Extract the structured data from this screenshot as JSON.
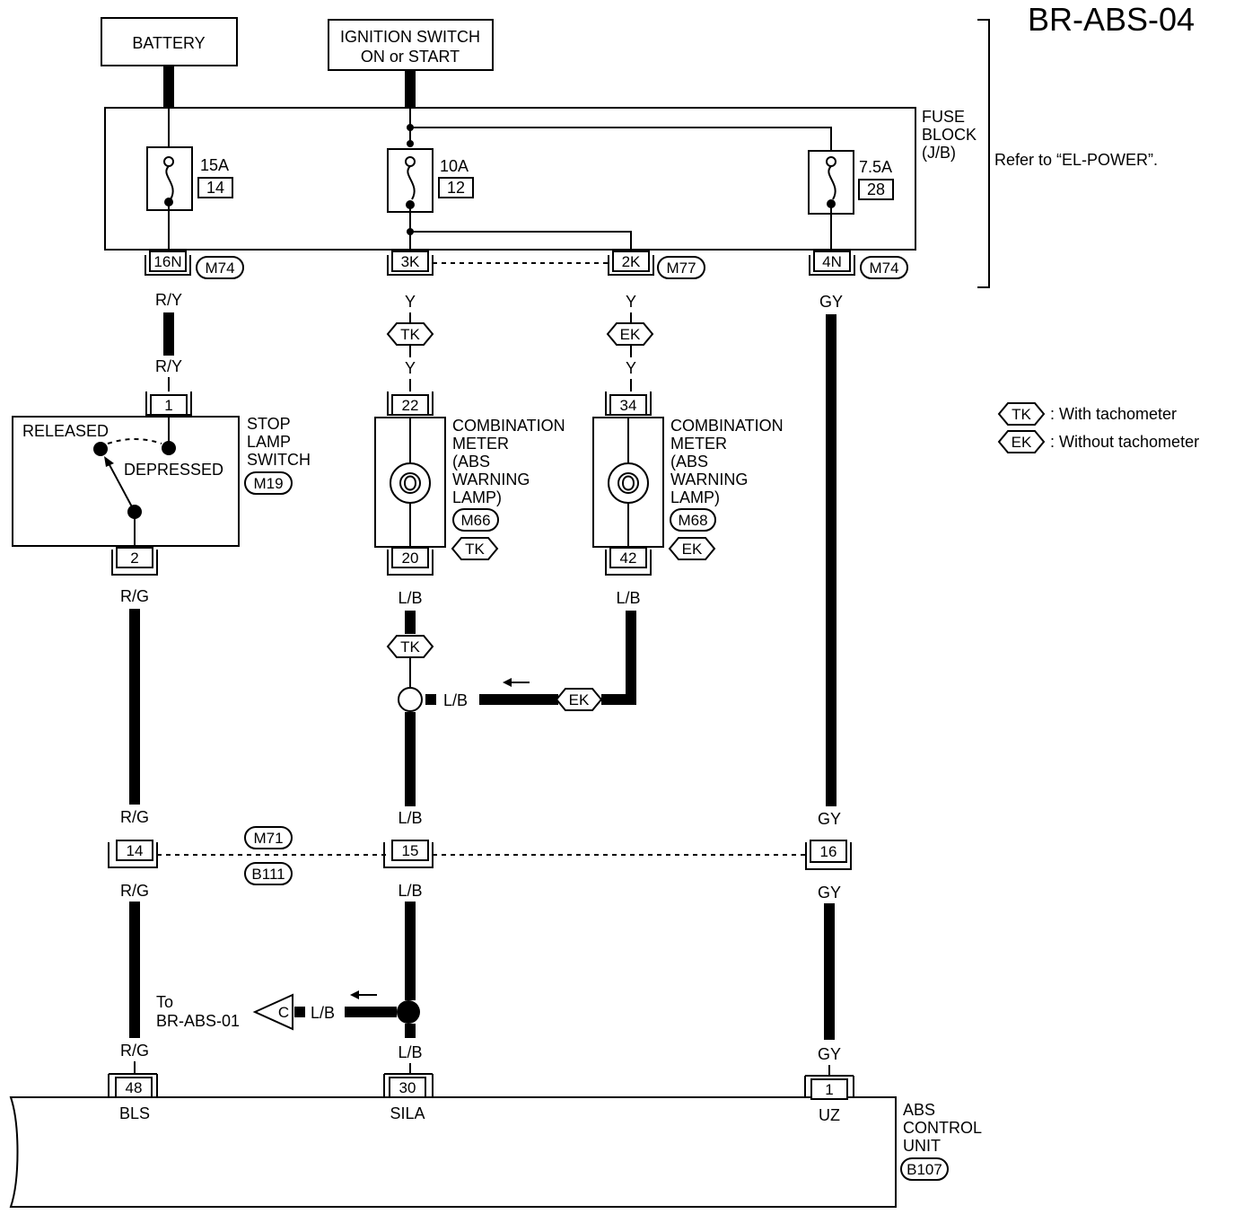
{
  "title": "BR-ABS-04",
  "sources": {
    "battery": "BATTERY",
    "ignition_line1": "IGNITION SWITCH",
    "ignition_line2": "ON or START"
  },
  "fuse_block": {
    "label_lines": [
      "FUSE",
      "BLOCK",
      "(J/B)"
    ],
    "refer": "Refer to “EL-POWER”.",
    "fuses": [
      {
        "amps": "15A",
        "number": "14"
      },
      {
        "amps": "10A",
        "number": "12"
      },
      {
        "amps": "7.5A",
        "number": "28"
      }
    ],
    "terminals": {
      "t16n": "16N",
      "t3k": "3K",
      "t2k": "2K",
      "t4n": "4N"
    },
    "connectors": {
      "m74a": "M74",
      "m77": "M77",
      "m74b": "M74"
    }
  },
  "wire_colors": {
    "ry": "R/Y",
    "y": "Y",
    "gy": "GY",
    "rg": "R/G",
    "lb": "L/B"
  },
  "legend": {
    "tk_code": "TK",
    "tk_desc": ": With tachometer",
    "ek_code": "EK",
    "ek_desc": ": Without tachometer"
  },
  "stop_lamp_switch": {
    "label_lines": [
      "STOP",
      "LAMP",
      "SWITCH"
    ],
    "connector": "M19",
    "released": "RELEASED",
    "depressed": "DEPRESSED",
    "pin_top": "1",
    "pin_bottom": "2"
  },
  "meter_tk": {
    "label_lines": [
      "COMBINATION",
      "METER",
      "(ABS",
      "WARNING",
      "LAMP)"
    ],
    "connector": "M66",
    "pin_top": "22",
    "pin_bottom": "20",
    "option": "TK"
  },
  "meter_ek": {
    "label_lines": [
      "COMBINATION",
      "METER",
      "(ABS",
      "WARNING",
      "LAMP)"
    ],
    "connector": "M68",
    "pin_top": "34",
    "pin_bottom": "42",
    "option": "EK"
  },
  "joint_connector": {
    "top": "M71",
    "bottom": "B111",
    "pin_rg": "14",
    "pin_lb": "15",
    "pin_gy": "16"
  },
  "to_other": {
    "line1": "To",
    "line2": "BR-ABS-01",
    "code": "C"
  },
  "abs_unit": {
    "label_lines": [
      "ABS",
      "CONTROL",
      "UNIT"
    ],
    "connector": "B107",
    "pins": [
      {
        "num": "48",
        "name": "BLS"
      },
      {
        "num": "30",
        "name": "SILA"
      },
      {
        "num": "1",
        "name": "UZ"
      }
    ]
  }
}
